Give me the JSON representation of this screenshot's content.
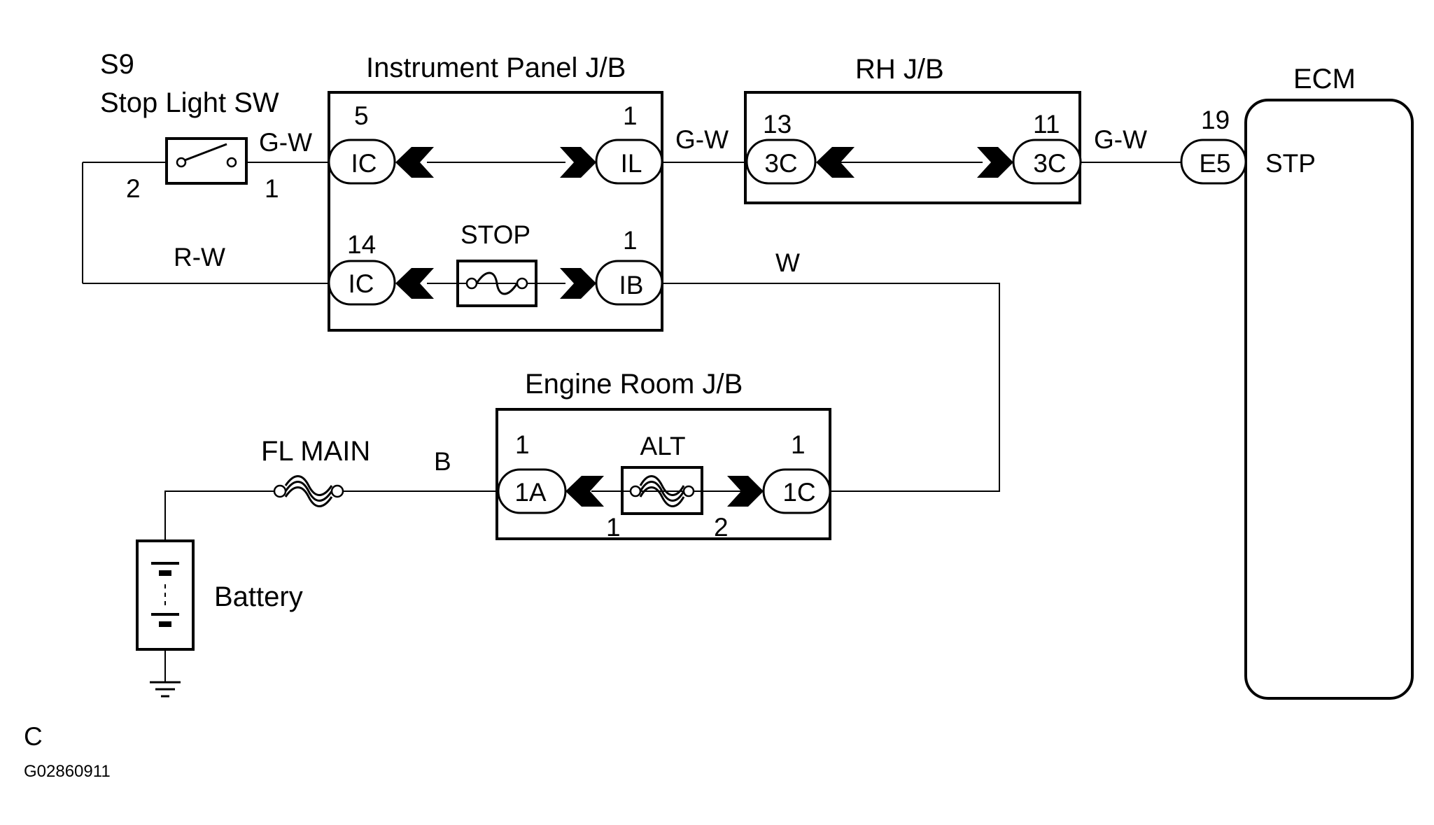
{
  "components": {
    "stop_light_sw": {
      "code": "S9",
      "name": "Stop Light SW",
      "pin_left": "2",
      "pin_right": "1"
    },
    "instrument_panel_jb": {
      "title": "Instrument Panel J/B",
      "upper_left": {
        "pin": "5",
        "connector": "IC"
      },
      "upper_right": {
        "pin": "1",
        "connector": "IL"
      },
      "lower_left": {
        "pin": "14",
        "connector": "IC"
      },
      "lower_right": {
        "pin": "1",
        "connector": "IB"
      },
      "fuse": "STOP"
    },
    "rh_jb": {
      "title": "RH J/B",
      "left": {
        "pin": "13",
        "connector": "3C"
      },
      "right": {
        "pin": "11",
        "connector": "3C"
      }
    },
    "ecm": {
      "title": "ECM",
      "pin": "19",
      "connector": "E5",
      "terminal": "STP"
    },
    "engine_room_jb": {
      "title": "Engine Room J/B",
      "left": {
        "pin": "1",
        "connector": "1A"
      },
      "right": {
        "pin": "1",
        "connector": "1C"
      },
      "fuse": "ALT",
      "fuse_pin_left": "1",
      "fuse_pin_right": "2"
    },
    "fl_main": "FL MAIN",
    "battery": "Battery"
  },
  "wires": {
    "sw_to_ipjb": "G-W",
    "ipjb_to_rhjb": "G-W",
    "rhjb_to_ecm": "G-W",
    "sw_return": "R-W",
    "ipjb_to_erjb": "W",
    "fl_main_to_erjb": "B"
  },
  "footer": {
    "section": "C",
    "figure_id": "G02860911"
  }
}
